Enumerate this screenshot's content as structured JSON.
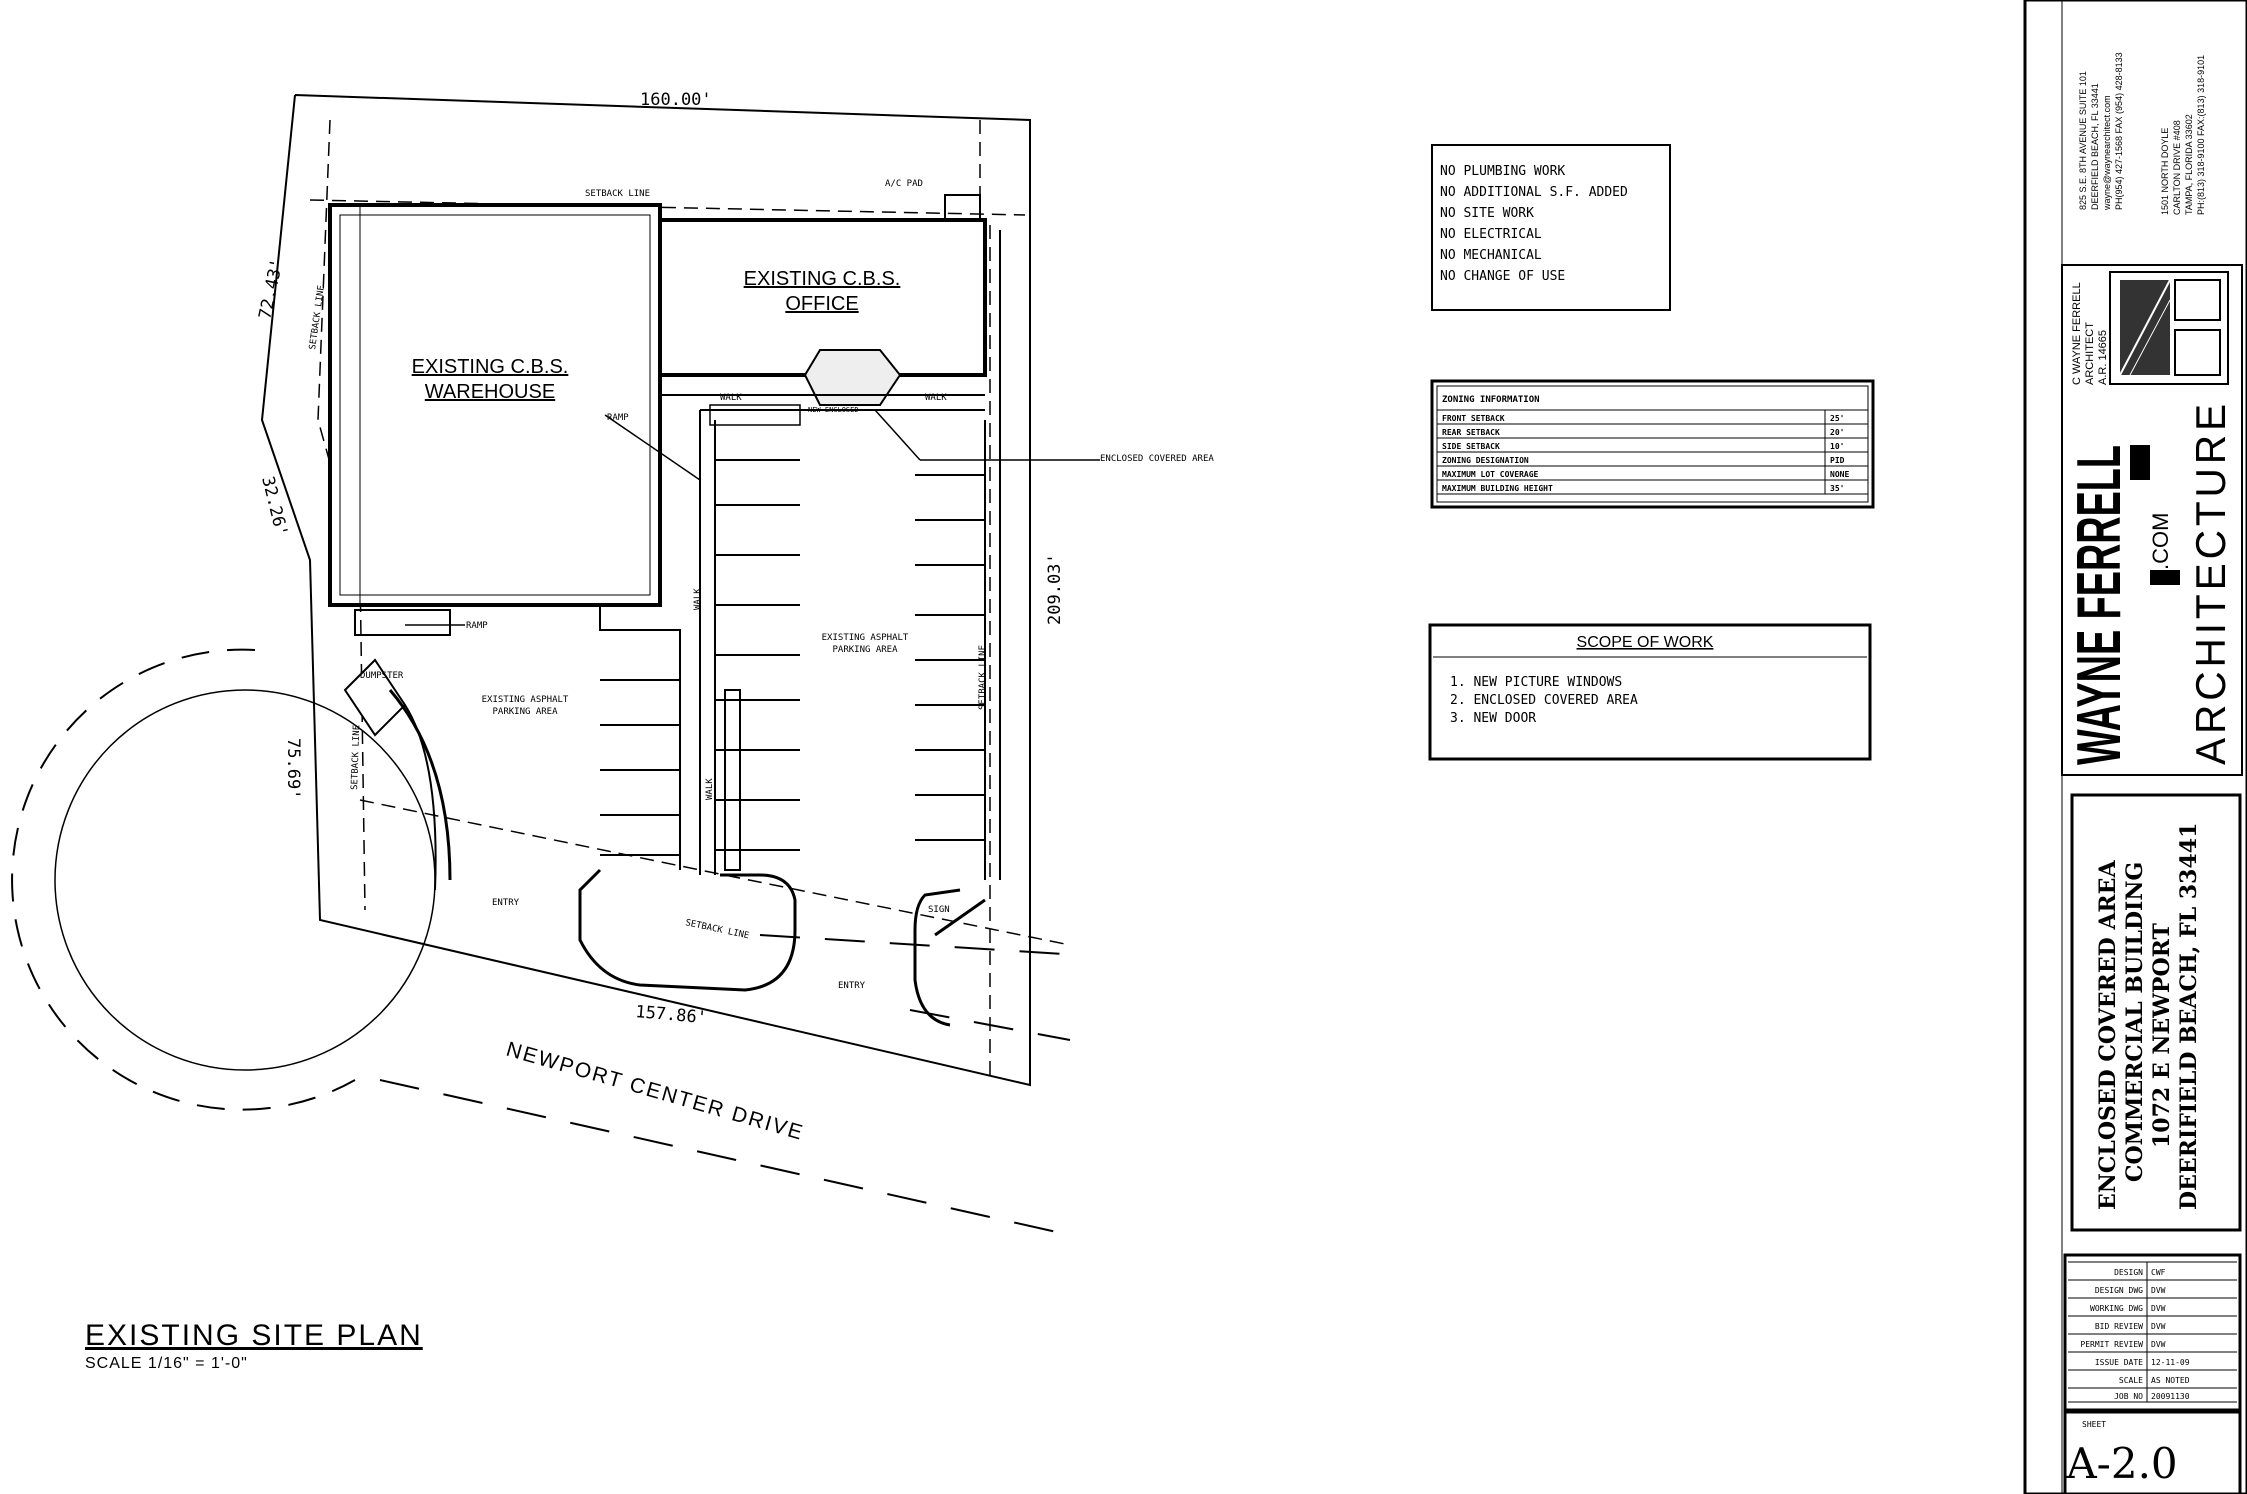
{
  "site_plan": {
    "title": "EXISTING SITE PLAN",
    "scale": "SCALE 1/16\" = 1'-0\"",
    "dims": {
      "top": "160.00'",
      "left_upper": "72.43'",
      "left_mid": "32.26'",
      "left_lower": "75.69'",
      "right": "209.03'",
      "bottom": "157.86'"
    },
    "street": "NEWPORT CENTER DRIVE",
    "buildings": {
      "warehouse": [
        "EXISTING C.B.S.",
        "WAREHOUSE"
      ],
      "office": [
        "EXISTING C.B.S.",
        "OFFICE"
      ]
    },
    "labels": {
      "setback_line": "SETBACK LINE",
      "ac_pad": "A/C PAD",
      "walk": "WALK",
      "ramp": "RAMP",
      "enclosed_covered_area": "ENCLOSED COVERED AREA",
      "new_enclosed": "NEW ENCLOSED",
      "parking_right": [
        "EXISTING ASPHALT",
        "PARKING AREA"
      ],
      "parking_left": [
        "EXISTING ASPHALT",
        "PARKING AREA"
      ],
      "dumpster": "DUMPSTER",
      "entry": "ENTRY",
      "sign": "SIGN"
    }
  },
  "notes": {
    "items": [
      "NO PLUMBING WORK",
      "NO ADDITIONAL S.F. ADDED",
      "NO SITE WORK",
      "NO ELECTRICAL",
      "NO MECHANICAL",
      "NO CHANGE OF USE"
    ]
  },
  "zoning": {
    "title": "ZONING INFORMATION",
    "rows": [
      {
        "label": "FRONT SETBACK",
        "value": "25'"
      },
      {
        "label": "REAR SETBACK",
        "value": "20'"
      },
      {
        "label": "SIDE SETBACK",
        "value": "10'"
      },
      {
        "label": "ZONING DESIGNATION",
        "value": "PID"
      },
      {
        "label": "MAXIMUM LOT COVERAGE",
        "value": "NONE"
      },
      {
        "label": "MAXIMUM BUILDING HEIGHT",
        "value": "35'"
      }
    ]
  },
  "scope": {
    "title": "SCOPE OF WORK",
    "items": [
      "1.  NEW PICTURE WINDOWS",
      "2.  ENCLOSED COVERED AREA",
      "3.  NEW DOOR"
    ]
  },
  "title_block": {
    "address1": [
      "825 S.E. 8TH AVENUE SUITE 101",
      "DEERFIELD BEACH, FL 33441",
      "wayne@waynearchitect.com",
      "PH(954) 427-1568 FAX (954) 428-8133"
    ],
    "address2": [
      "1501 NORTH DOYLE",
      "CARLTON DRIVE #408",
      "TAMPA, FLORIDA 33602",
      "PH:(813) 318-9100 FAX:(813) 318-9101"
    ],
    "architect": [
      "C WAYNE FERRELL",
      "ARCHITECT",
      "A.R. 14665"
    ],
    "logo_name": "WAYNE FERRELL",
    "logo_com": ".COM",
    "logo_sub": "ARCHITECTURE",
    "project": [
      "ENCLOSED COVERED AREA",
      "COMMERCIAL BUILDING",
      "1072 E NEWPORT",
      "DEERIFIELD BEACH, FL 33441"
    ],
    "info_rows": [
      {
        "label": "DESIGN",
        "value": "CWF"
      },
      {
        "label": "DESIGN DWG",
        "value": "DVW"
      },
      {
        "label": "WORKING DWG",
        "value": "DVW"
      },
      {
        "label": "BID REVIEW",
        "value": "DVW"
      },
      {
        "label": "PERMIT REVIEW",
        "value": "DVW"
      },
      {
        "label": "ISSUE DATE",
        "value": "12-11-09"
      },
      {
        "label": "SCALE",
        "value": "AS NOTED"
      },
      {
        "label": "JOB NO",
        "value": "20091130"
      }
    ],
    "sheet_label": "SHEET",
    "sheet_no": "A-2.0"
  }
}
